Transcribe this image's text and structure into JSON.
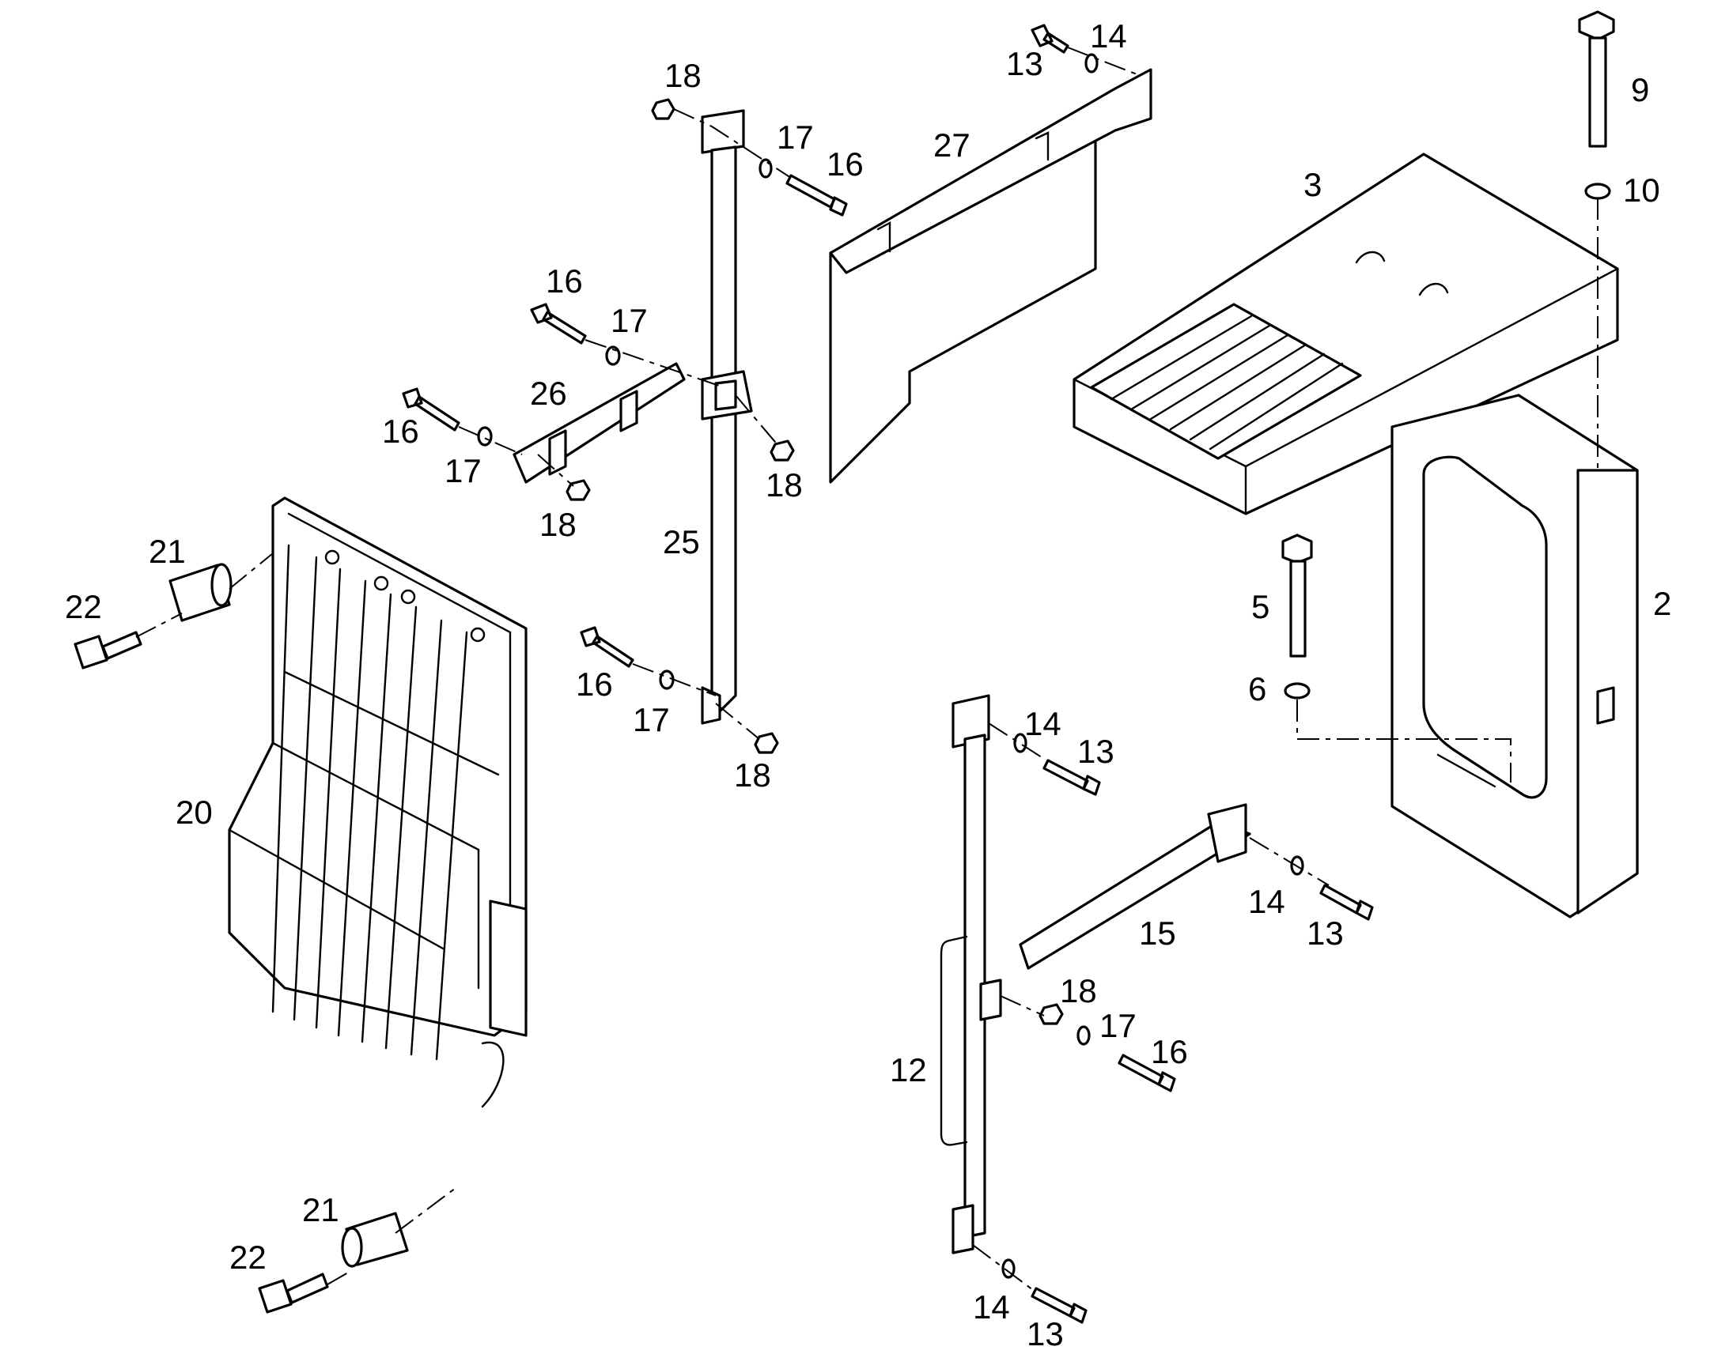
{
  "diagram": {
    "callouts": [
      {
        "id": "c1",
        "text": "18"
      },
      {
        "id": "c2",
        "text": "14"
      },
      {
        "id": "c3",
        "text": "13"
      },
      {
        "id": "c4",
        "text": "9"
      },
      {
        "id": "c5",
        "text": "17"
      },
      {
        "id": "c6",
        "text": "16"
      },
      {
        "id": "c7",
        "text": "27"
      },
      {
        "id": "c8",
        "text": "3"
      },
      {
        "id": "c9",
        "text": "10"
      },
      {
        "id": "c10",
        "text": "16"
      },
      {
        "id": "c11",
        "text": "17"
      },
      {
        "id": "c12",
        "text": "26"
      },
      {
        "id": "c13",
        "text": "16"
      },
      {
        "id": "c14",
        "text": "17"
      },
      {
        "id": "c15",
        "text": "18"
      },
      {
        "id": "c16",
        "text": "18"
      },
      {
        "id": "c17",
        "text": "21"
      },
      {
        "id": "c18",
        "text": "25"
      },
      {
        "id": "c19",
        "text": "22"
      },
      {
        "id": "c20",
        "text": "5"
      },
      {
        "id": "c21",
        "text": "2"
      },
      {
        "id": "c22",
        "text": "16"
      },
      {
        "id": "c23",
        "text": "6"
      },
      {
        "id": "c24",
        "text": "17"
      },
      {
        "id": "c25",
        "text": "14"
      },
      {
        "id": "c26",
        "text": "13"
      },
      {
        "id": "c27",
        "text": "18"
      },
      {
        "id": "c28",
        "text": "20"
      },
      {
        "id": "c29",
        "text": "15"
      },
      {
        "id": "c30",
        "text": "14"
      },
      {
        "id": "c31",
        "text": "13"
      },
      {
        "id": "c32",
        "text": "18"
      },
      {
        "id": "c33",
        "text": "17"
      },
      {
        "id": "c34",
        "text": "16"
      },
      {
        "id": "c35",
        "text": "12"
      },
      {
        "id": "c36",
        "text": "21"
      },
      {
        "id": "c37",
        "text": "22"
      },
      {
        "id": "c38",
        "text": "14"
      },
      {
        "id": "c39",
        "text": "13"
      }
    ]
  }
}
